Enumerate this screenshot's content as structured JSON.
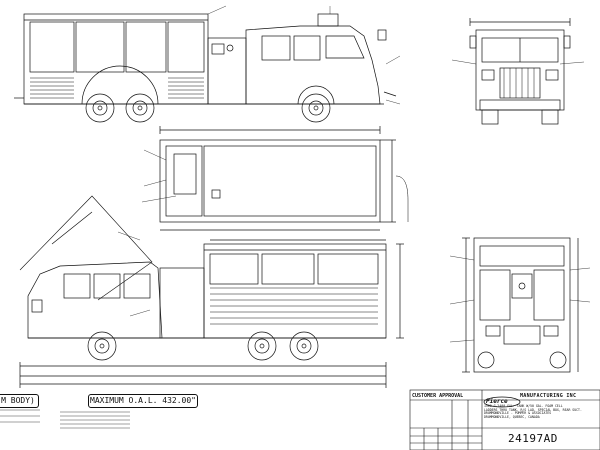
{
  "sheet": {
    "body_label": "M BODY)",
    "max_oal": "MAXIMUM O.A.L. 432.00\"",
    "approval_title": "CUSTOMER APPROVAL",
    "manufacturer": "MANUFACTURING INC",
    "logo": "Pierce",
    "drawing_number": "24197AD",
    "spec_lines": [
      "1500-G-2400 GAL. TANK W/50 GAL. FOAM CELL",
      "LADDERS THRU TANK, R/S LAD, SPECIAL BOX, REAR SUCT.",
      "DRUMMONDVILLE - PUMPER & ASSOCIATES",
      "DRUMMONDVILLE, QUEBEC, CANADA"
    ]
  },
  "colors": {
    "line": "#111111",
    "paper": "#ffffff"
  }
}
